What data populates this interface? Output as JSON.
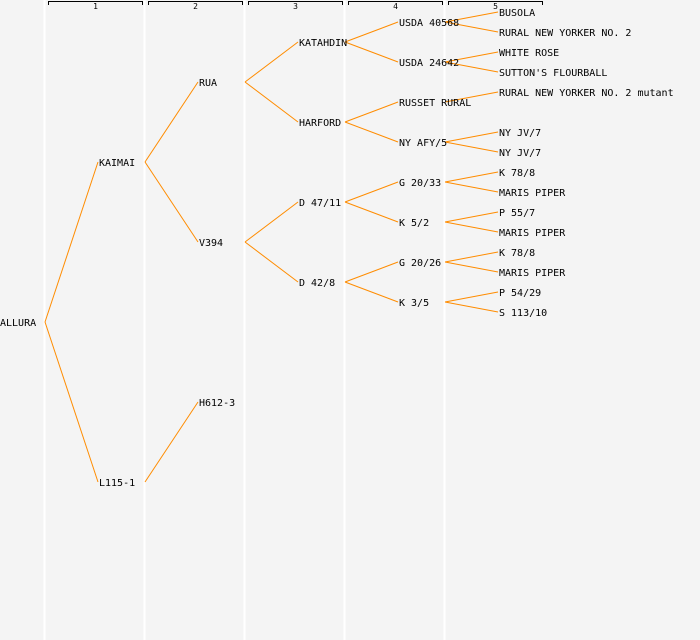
{
  "columns": [
    "1",
    "2",
    "3",
    "4",
    "5"
  ],
  "colors": {
    "background": "#f4f4f4",
    "line": "#ff8c00",
    "separator": "#ffffff"
  },
  "tree": {
    "name": "ALLURA",
    "children": [
      {
        "name": "KAIMAI",
        "children": [
          {
            "name": "RUA",
            "children": [
              {
                "name": "KATAHDIN",
                "children": [
                  {
                    "name": "USDA 40568",
                    "children": [
                      {
                        "name": "BUSOLA"
                      },
                      {
                        "name": "RURAL NEW YORKER NO. 2"
                      }
                    ]
                  },
                  {
                    "name": "USDA 24642",
                    "children": [
                      {
                        "name": "WHITE ROSE"
                      },
                      {
                        "name": "SUTTON'S FLOURBALL"
                      }
                    ]
                  }
                ]
              },
              {
                "name": "HARFORD",
                "children": [
                  {
                    "name": "RUSSET RURAL",
                    "children": [
                      {
                        "name": "RURAL NEW YORKER NO. 2 mutant"
                      }
                    ]
                  },
                  {
                    "name": "NY AFY/5",
                    "children": [
                      {
                        "name": "NY JV/7"
                      },
                      {
                        "name": "NY JV/7"
                      }
                    ]
                  }
                ]
              }
            ]
          },
          {
            "name": "V394",
            "children": [
              {
                "name": "D 47/11",
                "children": [
                  {
                    "name": "G 20/33",
                    "children": [
                      {
                        "name": "K 78/8"
                      },
                      {
                        "name": "MARIS PIPER"
                      }
                    ]
                  },
                  {
                    "name": "K 5/2",
                    "children": [
                      {
                        "name": "P 55/7"
                      },
                      {
                        "name": "MARIS PIPER"
                      }
                    ]
                  }
                ]
              },
              {
                "name": "D 42/8",
                "children": [
                  {
                    "name": "G 20/26",
                    "children": [
                      {
                        "name": "K 78/8"
                      },
                      {
                        "name": "MARIS PIPER"
                      }
                    ]
                  },
                  {
                    "name": "K 3/5",
                    "children": [
                      {
                        "name": "P 54/29"
                      },
                      {
                        "name": "S 113/10"
                      }
                    ]
                  }
                ]
              }
            ]
          }
        ]
      },
      {
        "name": "L115-1",
        "children": [
          {
            "name": "H612-3"
          }
        ]
      }
    ]
  }
}
